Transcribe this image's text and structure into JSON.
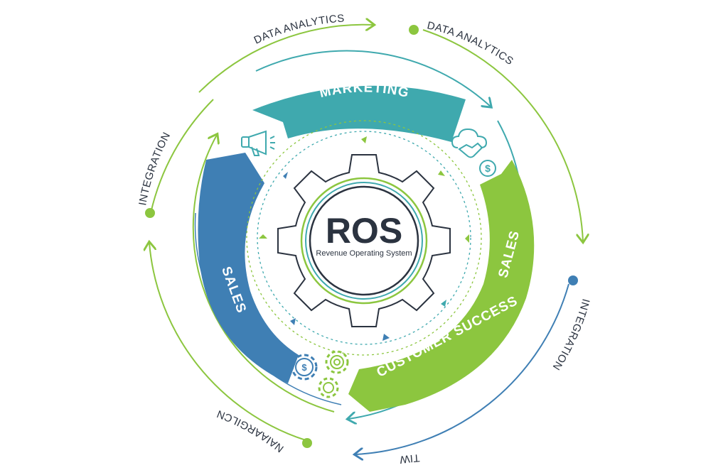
{
  "center": {
    "title": "ROS",
    "subtitle": "Revenue Operating System"
  },
  "segments": {
    "marketing": "MARKETING",
    "sales_left": "SALES",
    "sales_right": "SALES",
    "customer_success": "CUSTOMER SUCCESS"
  },
  "outer_labels": {
    "data_analytics_top": "DATA ANALYTICS",
    "data_analytics_right": "DATA ANALYTICS",
    "integration_left": "INTEGRATION",
    "integration_right": "INTEGRATION",
    "bottom_left": "NAIAARGILCN",
    "bottom": "TIW"
  },
  "colors": {
    "teal": "#3fa9ae",
    "blue": "#3f7fb4",
    "green": "#8cc63f",
    "dark": "#2b3340",
    "lime": "#8cc63f"
  },
  "icons": [
    "megaphone-icon",
    "cloud-handshake-icon",
    "dollar-coin-icon",
    "gears-icon"
  ]
}
